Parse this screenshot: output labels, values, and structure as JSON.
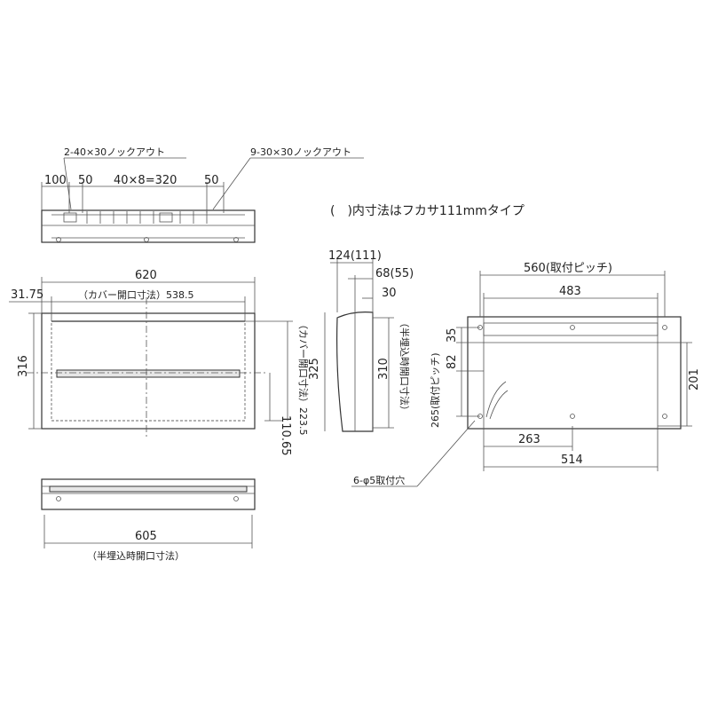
{
  "note": "(　)内寸法はフカサ111mmタイプ",
  "top_view": {
    "knockout_large": "2-40×30ノックアウト",
    "knockout_small": "9-30×30ノックアウト",
    "dim_100": "100",
    "dim_50a": "50",
    "dim_320": "40×8=320",
    "dim_50b": "50"
  },
  "front_view": {
    "dim_620": "620",
    "dim_3175": "31.75",
    "dim_cover_opening": "（カバー開口寸法）538.5",
    "dim_316": "316",
    "dim_11065": "110.65",
    "dim_cover_opening_v": "（カバー開口寸法）223.5"
  },
  "bottom_view": {
    "dim_605": "605",
    "label": "（半埋込時開口寸法）"
  },
  "side_view": {
    "dim_124": "124(111)",
    "dim_68": "68(55)",
    "dim_30": "30",
    "dim_325": "325",
    "dim_310": "310",
    "label_v": "（半埋込時開口寸法）"
  },
  "rear_view": {
    "dim_560": "560(取付ピッチ)",
    "dim_483": "483",
    "dim_35": "35",
    "dim_82": "82",
    "dim_265": "265(取付ピッチ)",
    "dim_201": "201",
    "dim_263": "263",
    "dim_514": "514",
    "holes": "6-φ5取付穴"
  }
}
